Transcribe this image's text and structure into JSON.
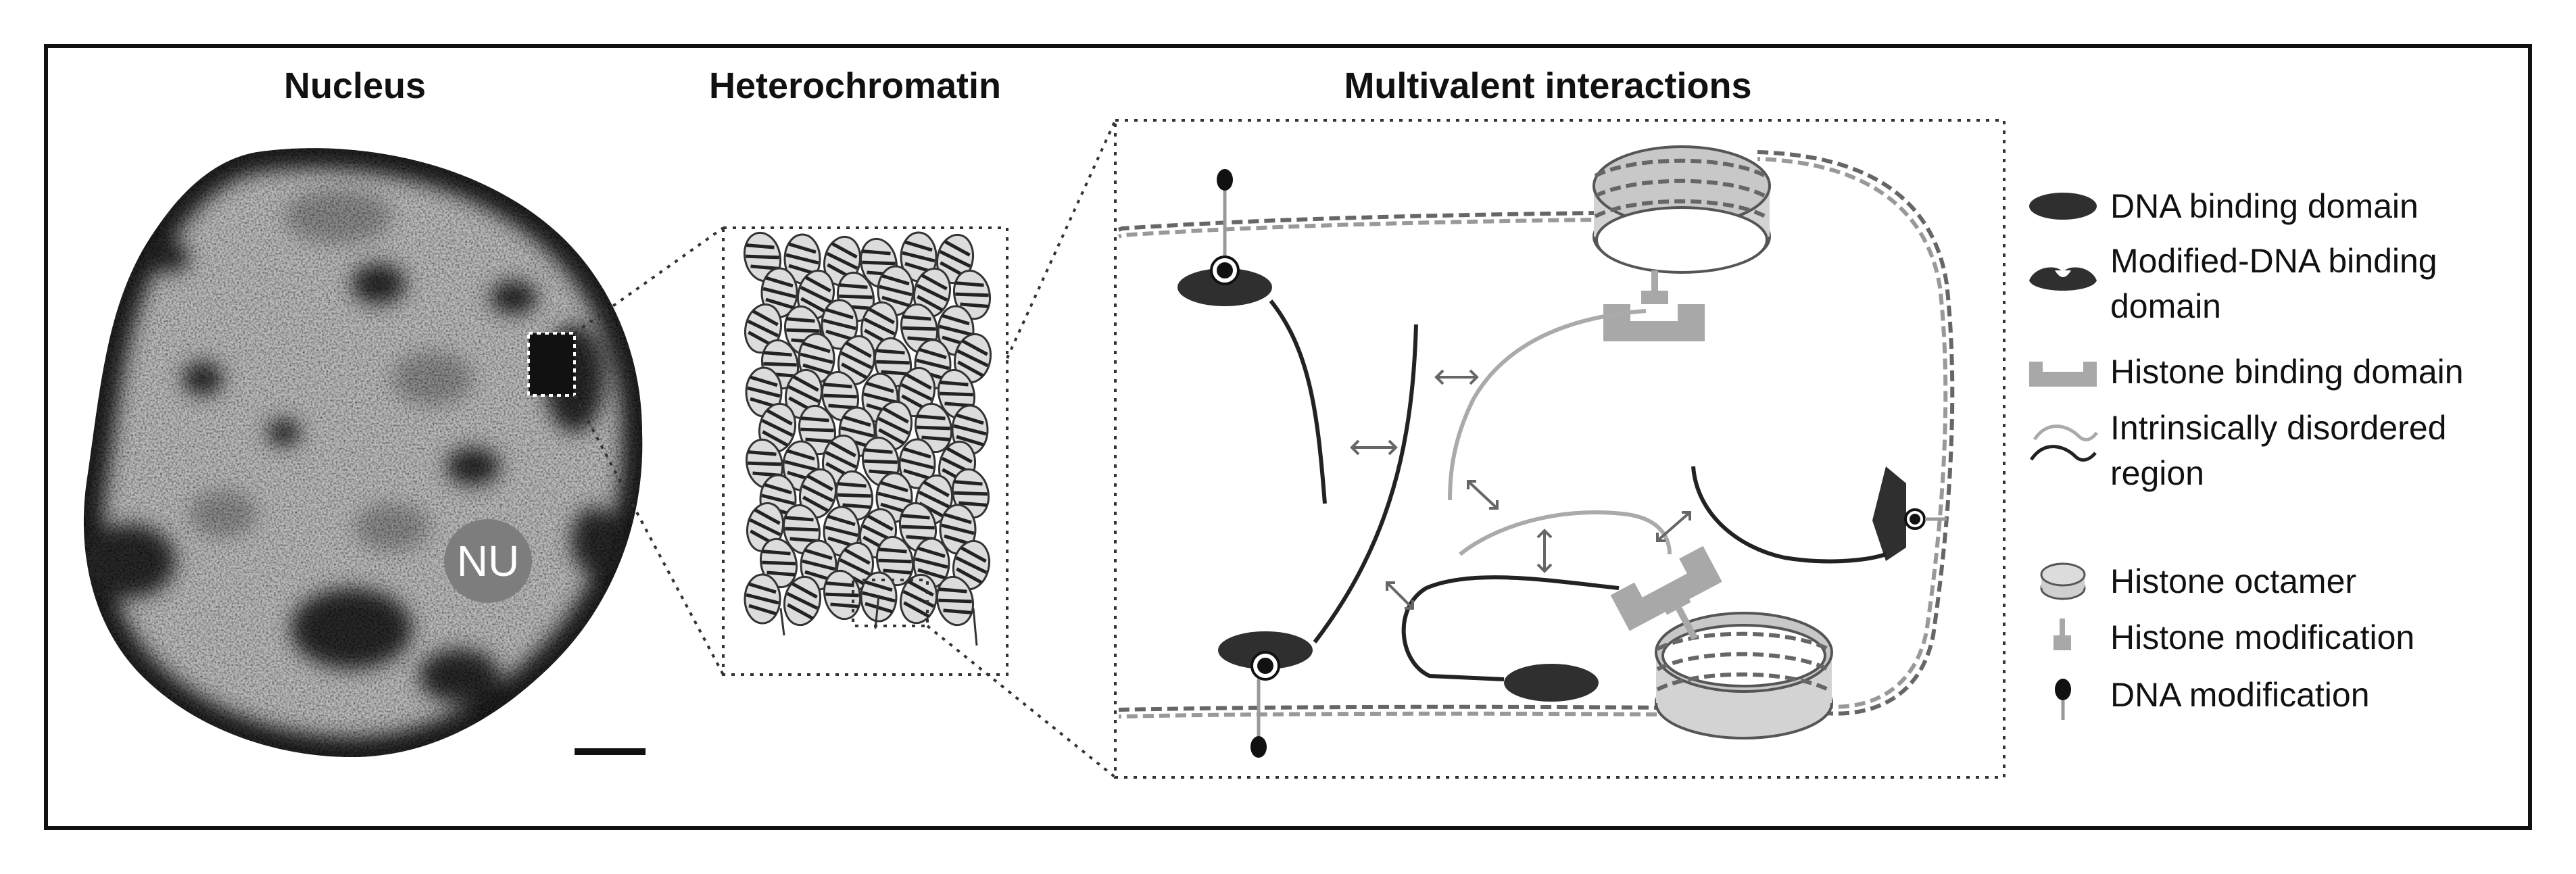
{
  "panels": {
    "nucleus": {
      "title": "Nucleus",
      "nu_label": "NU"
    },
    "heterochromatin": {
      "title": "Heterochromatin"
    },
    "multivalent": {
      "title": "Multivalent interactions"
    }
  },
  "legend": [
    {
      "icon": "dna-binding-domain-icon",
      "lines": [
        "DNA binding domain"
      ]
    },
    {
      "icon": "modified-dna-binding-domain-icon",
      "lines": [
        "Modified-DNA binding",
        "domain"
      ]
    },
    {
      "icon": "histone-binding-domain-icon",
      "lines": [
        "Histone binding domain"
      ]
    },
    {
      "icon": "intrinsically-disordered-region-icon",
      "lines": [
        "Intrinsically disordered",
        "region"
      ]
    },
    {
      "icon": "histone-octamer-icon",
      "lines": [
        "Histone octamer"
      ]
    },
    {
      "icon": "histone-modification-icon",
      "lines": [
        "Histone modification"
      ]
    },
    {
      "icon": "dna-modification-icon",
      "lines": [
        "DNA modification"
      ]
    }
  ],
  "colors": {
    "dark_domain": "#2f2f2f",
    "histone_fill": "#cfcfcf",
    "light_grey": "#a8a8a8",
    "nucleus_base": "#bdbdbd",
    "heterochromatin_dark": "#1e1e1e"
  }
}
